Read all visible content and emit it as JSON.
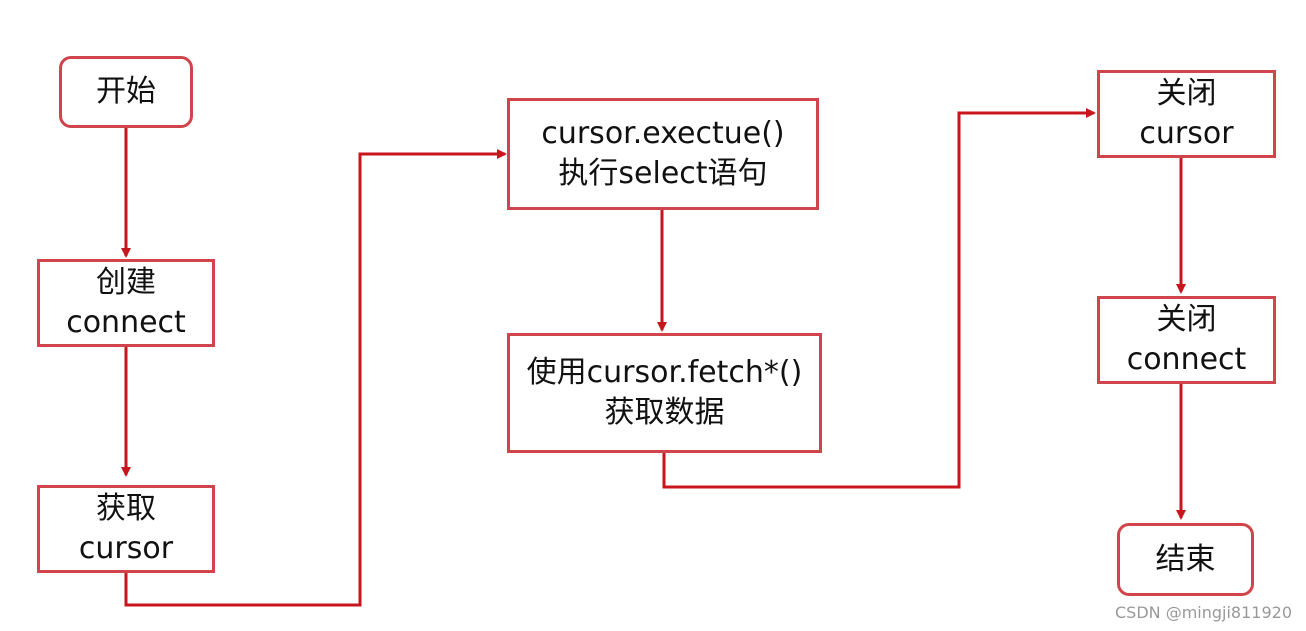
{
  "colors": {
    "border": "#d0454b",
    "arrow": "#c8161d",
    "text": "#111111"
  },
  "nodes": {
    "start": {
      "line1": "开始"
    },
    "create_connect": {
      "line1": "创建",
      "line2": "connect"
    },
    "get_cursor": {
      "line1": "获取",
      "line2": "cursor"
    },
    "execute": {
      "line1": "cursor.exectue()",
      "line2": "执行select语句"
    },
    "fetch": {
      "line1": "使用cursor.fetch*()",
      "line2": "获取数据"
    },
    "close_cursor": {
      "line1": "关闭",
      "line2": "cursor"
    },
    "close_connect": {
      "line1": "关闭",
      "line2": "connect"
    },
    "end": {
      "line1": "结束"
    }
  },
  "watermark": "CSDN @mingji811920"
}
